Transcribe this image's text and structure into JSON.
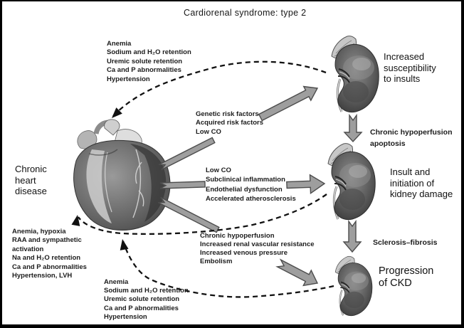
{
  "title": "Cardiorenal syndrome: type 2",
  "heart": {
    "label": [
      "Chronic",
      "heart",
      "disease"
    ]
  },
  "kidneys": {
    "top_label": [
      "Increased",
      "susceptibility",
      "to insults"
    ],
    "middle_label": [
      "Insult and",
      "initiation of",
      "kidney damage"
    ],
    "bottom_label": [
      "Progression",
      "of CKD"
    ]
  },
  "blocks": {
    "top_left": [
      "Anemia",
      "Sodium and H₂O retention",
      "Uremic solute retention",
      "Ca and P abnormalities",
      "Hypertension"
    ],
    "genetic": [
      "Genetic risk factors",
      "Acquired risk factors",
      "Low CO"
    ],
    "low_co": [
      "Low CO",
      "Subclinical inflammation",
      "Endothelial dysfunction",
      "Accelerated atherosclerosis"
    ],
    "hypoperfusion": [
      "Chronic hypoperfusion",
      "Increased renal vascular resistance",
      "Increased venous pressure",
      "Embolism"
    ],
    "left": [
      "Anemia, hypoxia",
      "RAA and sympathetic",
      "activation",
      "Na and H₂O retention",
      "Ca and P abnormalities",
      "Hypertension, LVH"
    ],
    "bottom": [
      "Anemia",
      "Sodium and H₂O retention",
      "Uremic solute retention",
      "Ca and P abnormalities",
      "Hypertension"
    ],
    "apoptosis": [
      "Chronic hypoperfusion",
      "apoptosis"
    ],
    "sclerosis": "Sclerosis–fibrosis"
  },
  "colors": {
    "arrow_fill": "#9e9e9e",
    "arrow_stroke": "#4d4d4d",
    "dash": "#111111",
    "background": "#ffffff",
    "border": "#000000"
  }
}
